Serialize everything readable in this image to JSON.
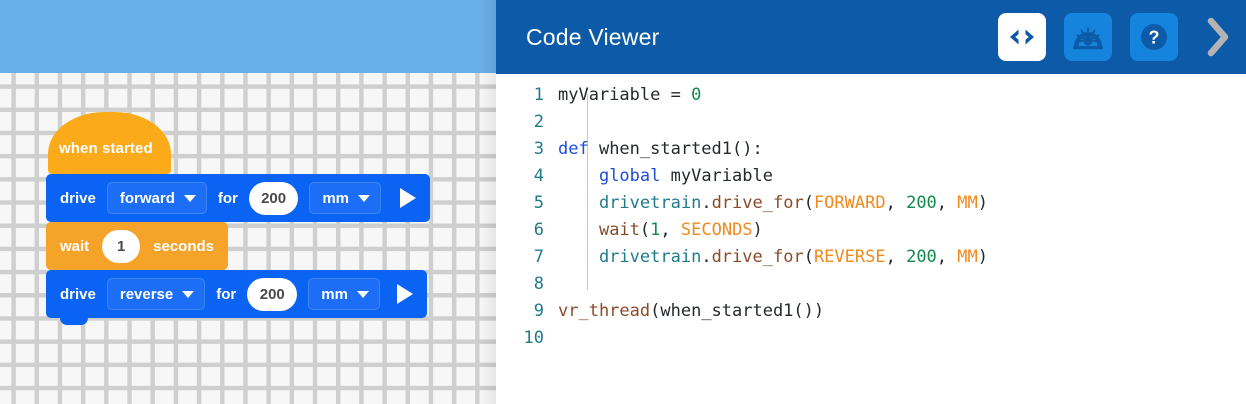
{
  "workspace": {
    "sky_color": "#6ab0e8",
    "background_color": "#f7f7f7",
    "blocks": [
      {
        "id": "hat",
        "type": "hat",
        "label": "when started",
        "color": "#fbab1a"
      },
      {
        "id": "drive-forward",
        "type": "command",
        "color": "#0b63f3",
        "label_start": "drive",
        "direction": "forward",
        "label_mid": "for",
        "distance": "200",
        "unit": "mm",
        "run_icon": "play-icon"
      },
      {
        "id": "wait",
        "type": "command",
        "color": "#f5a329",
        "label_start": "wait",
        "duration": "1",
        "label_end": "seconds"
      },
      {
        "id": "drive-reverse",
        "type": "command",
        "color": "#0b63f3",
        "label_start": "drive",
        "direction": "reverse",
        "label_mid": "for",
        "distance": "200",
        "unit": "mm",
        "run_icon": "play-icon"
      }
    ]
  },
  "code_viewer": {
    "title": "Code Viewer",
    "header_color": "#0d5ba8",
    "actions": [
      {
        "name": "code-icon",
        "glyph": "<>",
        "state": "active"
      },
      {
        "name": "dashboard-icon",
        "glyph": "",
        "state": "inactive"
      },
      {
        "name": "help-icon",
        "glyph": "?",
        "state": "inactive"
      },
      {
        "name": "chevron-right-icon",
        "glyph": "›",
        "state": "inactive"
      }
    ],
    "lines": [
      {
        "number": "1",
        "tokens": [
          {
            "t": "myVariable ",
            "c": "plain"
          },
          {
            "t": "= ",
            "c": "plain"
          },
          {
            "t": "0",
            "c": "num"
          }
        ]
      },
      {
        "number": "2",
        "tokens": []
      },
      {
        "number": "3",
        "tokens": [
          {
            "t": "def",
            "c": "kw"
          },
          {
            "t": " when_started1():",
            "c": "plain"
          }
        ]
      },
      {
        "number": "4",
        "tokens": [
          {
            "t": "    ",
            "c": "plain"
          },
          {
            "t": "global",
            "c": "kw"
          },
          {
            "t": " myVariable",
            "c": "plain"
          }
        ]
      },
      {
        "number": "5",
        "tokens": [
          {
            "t": "    ",
            "c": "plain"
          },
          {
            "t": "drivetrain",
            "c": "obj"
          },
          {
            "t": ".",
            "c": "plain"
          },
          {
            "t": "drive_for",
            "c": "fn"
          },
          {
            "t": "(",
            "c": "plain"
          },
          {
            "t": "FORWARD",
            "c": "const"
          },
          {
            "t": ", ",
            "c": "plain"
          },
          {
            "t": "200",
            "c": "num"
          },
          {
            "t": ", ",
            "c": "plain"
          },
          {
            "t": "MM",
            "c": "const"
          },
          {
            "t": ")",
            "c": "plain"
          }
        ]
      },
      {
        "number": "6",
        "tokens": [
          {
            "t": "    ",
            "c": "plain"
          },
          {
            "t": "wait",
            "c": "fn"
          },
          {
            "t": "(",
            "c": "plain"
          },
          {
            "t": "1",
            "c": "num"
          },
          {
            "t": ", ",
            "c": "plain"
          },
          {
            "t": "SECONDS",
            "c": "const"
          },
          {
            "t": ")",
            "c": "plain"
          }
        ]
      },
      {
        "number": "7",
        "tokens": [
          {
            "t": "    ",
            "c": "plain"
          },
          {
            "t": "drivetrain",
            "c": "obj"
          },
          {
            "t": ".",
            "c": "plain"
          },
          {
            "t": "drive_for",
            "c": "fn"
          },
          {
            "t": "(",
            "c": "plain"
          },
          {
            "t": "REVERSE",
            "c": "const"
          },
          {
            "t": ", ",
            "c": "plain"
          },
          {
            "t": "200",
            "c": "num"
          },
          {
            "t": ", ",
            "c": "plain"
          },
          {
            "t": "MM",
            "c": "const"
          },
          {
            "t": ")",
            "c": "plain"
          }
        ]
      },
      {
        "number": "8",
        "tokens": []
      },
      {
        "number": "9",
        "tokens": [
          {
            "t": "vr_thread",
            "c": "fn"
          },
          {
            "t": "(when_started1())",
            "c": "plain"
          }
        ]
      },
      {
        "number": "10",
        "tokens": []
      }
    ]
  }
}
